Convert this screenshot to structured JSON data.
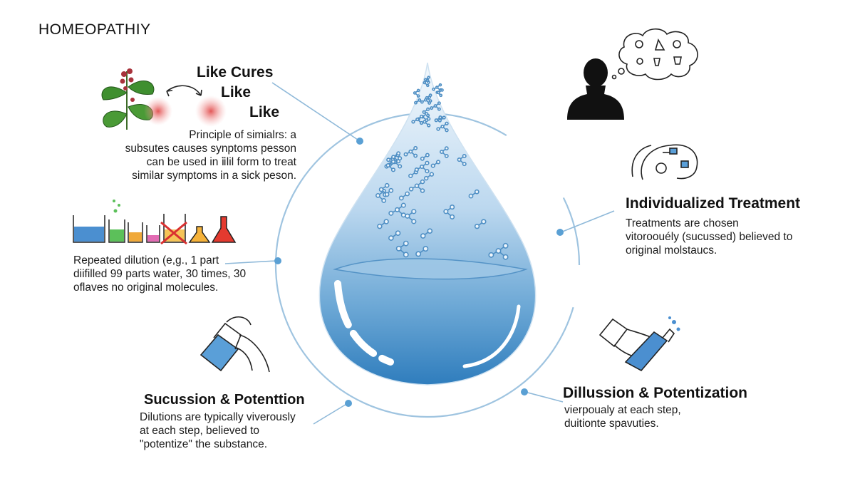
{
  "title": "HOMEOPATHIY",
  "like_cures": {
    "line1": "Like Cures",
    "line2": "Like",
    "line3": "Like",
    "desc": [
      "Principle of simialrs: a",
      "subsutes causes synptoms pesson",
      "can be used in ⅱ̈lil form to treat",
      "similar symptoms in a sick peson."
    ]
  },
  "dilution": {
    "desc": [
      "Repeated dilution (e,g., 1 part",
      "diifilled 99 parts water, 30 times, 30",
      "oflaves no original molecules."
    ]
  },
  "succussion": {
    "heading": "Sucussion & Potenttion",
    "desc": [
      "Dilutions are typically viverously",
      "at each step, believed to",
      "\"potentize\" the substance."
    ]
  },
  "individualized": {
    "heading": "Individualized Treatment",
    "desc": [
      "Treatments are chosen",
      "vitoroouély (sucussed) believed to",
      "original molstaucs."
    ]
  },
  "dillussion": {
    "heading": "Dillussion & Potentization",
    "desc": [
      "vierpoualy at each step,",
      "duitionte spavuties."
    ]
  },
  "colors": {
    "ring": "#8fb9d9",
    "drop_light": "#e6f1fa",
    "drop_dark": "#3b86c2",
    "molecule": "#4f8fc4",
    "leaf": "#3f8f2f",
    "flower": "#a8333c",
    "spray": "#5a9fd8"
  }
}
